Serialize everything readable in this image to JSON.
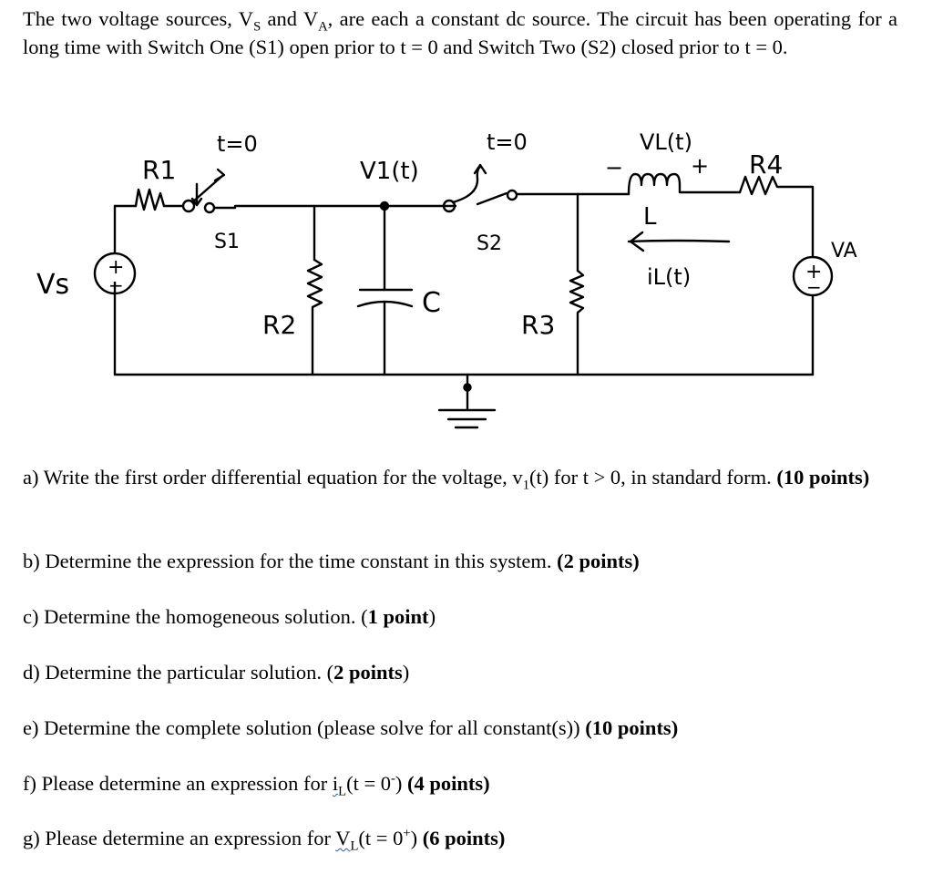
{
  "intro": {
    "p1": "The two voltage sources, V",
    "s_sub": "S",
    "p2": " and V",
    "a_sub": "A",
    "p3": ", are each a constant dc source. The circuit has been operating for a long time with Switch One (S1) open prior to t = 0 and Switch Two (S2) closed prior to t = 0."
  },
  "circuit": {
    "vs_label": "Vs",
    "va_label": "VA",
    "r1_label": "R1",
    "r2_label": "R2",
    "r3_label": "R3",
    "r4_label": "R4",
    "c_label": "C",
    "l_label": "L",
    "s1_label": "S1",
    "s2_label": "S2",
    "s1_time": "t=0",
    "s2_time": "t=0",
    "v1_label": "V1(t)",
    "vl_label": "VL(t)",
    "il_label": "iL(t)",
    "plus": "+",
    "minus": "−"
  },
  "questions": {
    "a": {
      "t1": "a) Write the first order differential equation for the voltage, v",
      "sub": "1",
      "t2": "(t) for t > 0, in standard form. ",
      "pts": "(10 points)"
    },
    "b": {
      "t1": "b) Determine the expression for the time constant in this system. ",
      "pts": "(2 points)"
    },
    "c": {
      "t1": "c) Determine the homogeneous solution. (",
      "pts": "1 point",
      "t2": ")"
    },
    "d": {
      "t1": "d) Determine the particular solution. (",
      "pts": "2 points",
      "t2": ")"
    },
    "e": {
      "t1": "e) Determine the complete solution (please solve for all constant(s)) ",
      "pts": "(10 points)"
    },
    "f": {
      "t1": "f) Please determine an expression for ",
      "var": "i",
      "sub": "L",
      "t2": "(t = 0",
      "sup": "-",
      "t3": ") ",
      "pts": "(4 points)"
    },
    "g": {
      "t1": "g) Please determine an expression for ",
      "var": "V",
      "sub": "L",
      "t2": "(t = 0",
      "sup": "+",
      "t3": ") ",
      "pts": "(6 points)"
    }
  }
}
